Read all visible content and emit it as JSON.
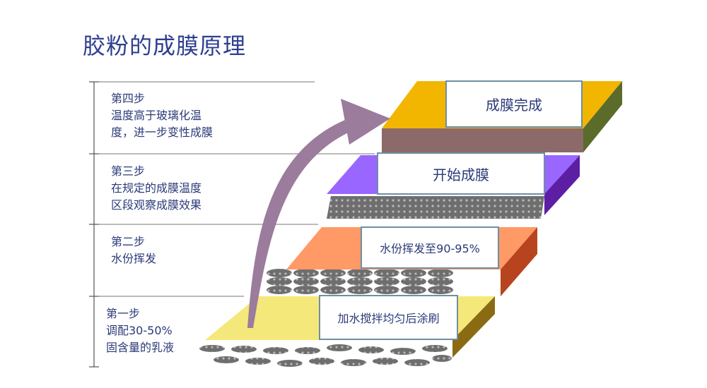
{
  "title": "胶粉的成膜原理",
  "steps": [
    {
      "name": "第四步",
      "lines": [
        "温度高于玻璃化温",
        "度，进一步变性成膜"
      ]
    },
    {
      "name": "第三步",
      "lines": [
        "在规定的成膜温度",
        "区段观察成膜效果"
      ]
    },
    {
      "name": "第二步",
      "lines": [
        "水份挥发"
      ]
    },
    {
      "name": "第一步",
      "lines": [
        "调配30-50%",
        "固含量的乳液"
      ]
    }
  ],
  "layers": [
    {
      "label": "成膜完成",
      "top": "#f2b500",
      "front": "#8c6a6a",
      "side": "#5a6b2a"
    },
    {
      "label": "开始成膜",
      "top": "#9966ff",
      "front": "#7a4fd0",
      "side": "#5c1fa3"
    },
    {
      "label": "水份挥发至90-95%",
      "top": "#ff9966",
      "front": "#e0784a",
      "side": "#b8431f"
    },
    {
      "label": "加水搅拌均匀后涂刷",
      "top": "#f5e87a",
      "front": "#e0cf5a",
      "side": "#8a6b14"
    }
  ],
  "colors": {
    "title": "#2e3f8f",
    "arrow": "#9b7c9c",
    "text": "#2b3a78"
  }
}
